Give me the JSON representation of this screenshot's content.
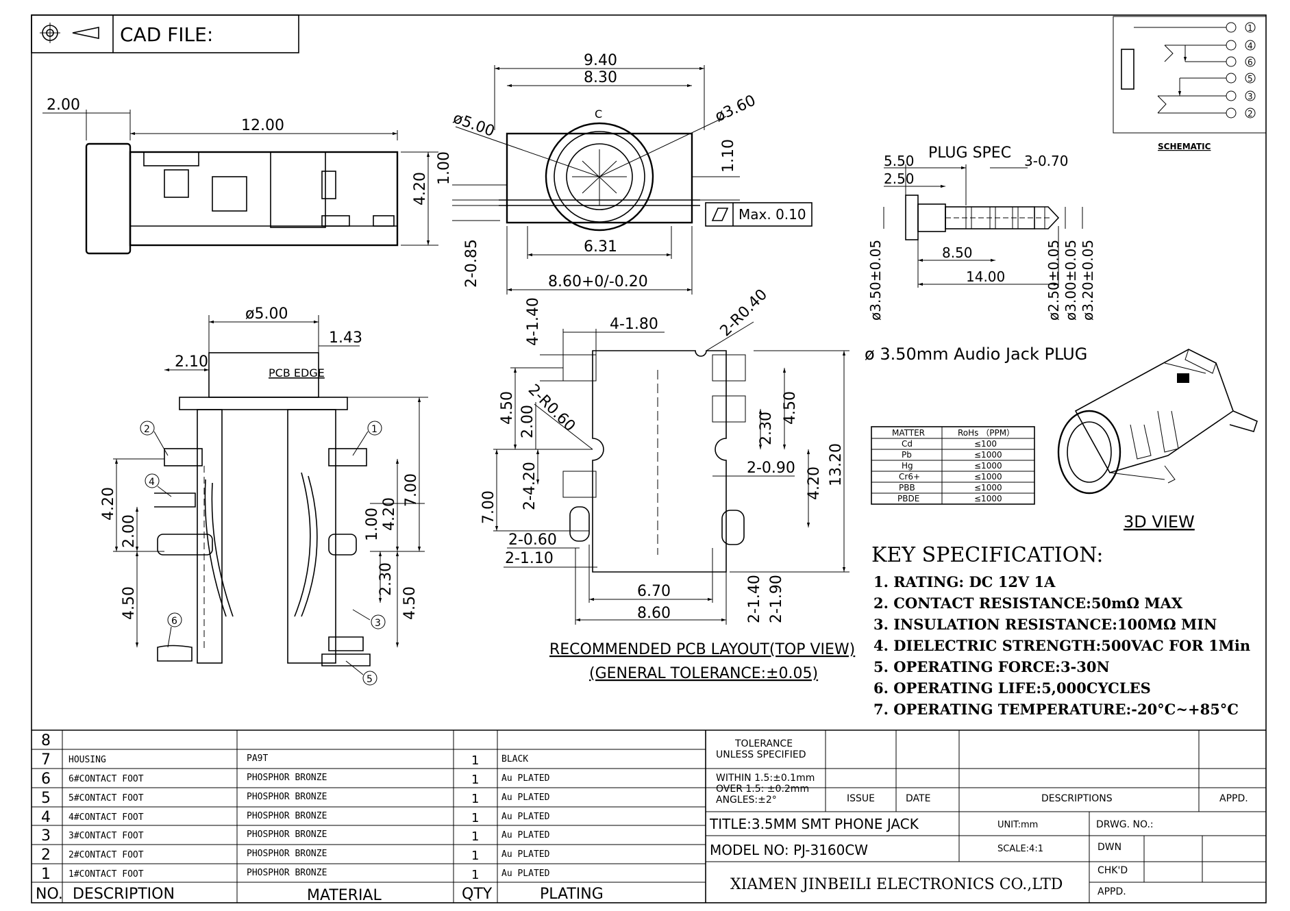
{
  "header": {
    "cad_file_label": "CAD FILE:",
    "projection_icon": "first-angle-projection-icon"
  },
  "side_view": {
    "dims": [
      "2.00",
      "12.00",
      "1.00",
      "4.20"
    ]
  },
  "front_view": {
    "dims": [
      "9.40",
      "8.30",
      "ø5.00",
      "ø3.60",
      "1.10",
      "2-0.85",
      "6.31",
      "8.60+0/-0.20"
    ],
    "centerline": "C",
    "flatness_label": "Max. 0.10"
  },
  "schematic": {
    "pins": [
      "1",
      "4",
      "6",
      "5",
      "3",
      "2"
    ],
    "label": "SCHEMATIC"
  },
  "plug_spec": {
    "title": "PLUG SPEC",
    "dims": [
      "5.50",
      "2.50",
      "3-0.70",
      "8.50",
      "14.00",
      "ø3.50±0.05",
      "ø2.50±0.05",
      "ø3.00±0.05",
      "ø3.20±0.05"
    ],
    "caption": "ø 3.50mm Audio Jack PLUG"
  },
  "bottom_view": {
    "dims": [
      "ø5.00",
      "1.43",
      "2.10",
      "PCB EDGE",
      "4.20",
      "2.00",
      "4.50",
      "1.00",
      "4.20",
      "7.00",
      "2.30",
      "4.50"
    ],
    "pin_labels": [
      "1",
      "2",
      "3",
      "4",
      "5",
      "6"
    ]
  },
  "pcb_layout": {
    "dims": [
      "4-1.40",
      "4-1.80",
      "2-R0.40",
      "2-R0.60",
      "4.50",
      "2.00",
      "2.30",
      "4.50",
      "2-4.20",
      "7.00",
      "2-0.90",
      "4.20",
      "13.20",
      "2-0.60",
      "2-1.10",
      "6.70",
      "8.60",
      "2-1.40",
      "2-1.90"
    ],
    "caption_1": "RECOMMENDED PCB LAYOUT(TOP VIEW)",
    "caption_2": "(GENERAL TOLERANCE:±0.05)"
  },
  "rohs": {
    "headers": [
      "MATTER",
      "RoHs （PPM）"
    ],
    "rows": [
      [
        "Cd",
        "≤100"
      ],
      [
        "Pb",
        "≤1000"
      ],
      [
        "Hg",
        "≤1000"
      ],
      [
        "Cr6+",
        "≤1000"
      ],
      [
        "PBB",
        "≤1000"
      ],
      [
        "PBDE",
        "≤1000"
      ]
    ]
  },
  "view_3d": {
    "label": "3D VIEW"
  },
  "key_spec": {
    "title": "KEY SPECIFICATION:",
    "items": [
      "1. RATING: DC 12V   1A",
      "2. CONTACT RESISTANCE:50mΩ MAX",
      "3. INSULATION RESISTANCE:100MΩ MIN",
      "4. DIELECTRIC STRENGTH:500VAC FOR 1Min",
      "5. OPERATING FORCE:3-30N",
      "6. OPERATING LIFE:5,000CYCLES",
      "7. OPERATING TEMPERATURE:-20°C~+85°C"
    ]
  },
  "bom": {
    "header": {
      "no": "NO.",
      "description": "DESCRIPTION",
      "material": "MATERIAL",
      "qty": "QTY",
      "plating": "PLATING"
    },
    "rows": [
      {
        "no": "8",
        "description": "",
        "material": "",
        "qty": "",
        "plating": ""
      },
      {
        "no": "7",
        "description": "HOUSING",
        "material": "PA9T",
        "qty": "1",
        "plating": "BLACK"
      },
      {
        "no": "6",
        "description": "6#CONTACT FOOT",
        "material": "PHOSPHOR BRONZE",
        "qty": "1",
        "plating": "Au PLATED"
      },
      {
        "no": "5",
        "description": "5#CONTACT FOOT",
        "material": "PHOSPHOR BRONZE",
        "qty": "1",
        "plating": "Au PLATED"
      },
      {
        "no": "4",
        "description": "4#CONTACT FOOT",
        "material": "PHOSPHOR BRONZE",
        "qty": "1",
        "plating": "Au PLATED"
      },
      {
        "no": "3",
        "description": "3#CONTACT FOOT",
        "material": "PHOSPHOR BRONZE",
        "qty": "1",
        "plating": "Au PLATED"
      },
      {
        "no": "2",
        "description": "2#CONTACT FOOT",
        "material": "PHOSPHOR BRONZE",
        "qty": "1",
        "plating": "Au PLATED"
      },
      {
        "no": "1",
        "description": "1#CONTACT FOOT",
        "material": "PHOSPHOR BRONZE",
        "qty": "1",
        "plating": "Au PLATED"
      }
    ]
  },
  "title_block": {
    "tolerance_1": "TOLERANCE",
    "tolerance_2": "UNLESS SPECIFIED",
    "within": "WITHIN 1.5:±0.1mm",
    "over": "OVER 1.5:  ±0.2mm",
    "angles": "ANGLES:±2°",
    "issue": "ISSUE",
    "date": "DATE",
    "descriptions": "DESCRIPTIONS",
    "appd_rev": "APPD.",
    "title": "TITLE:3.5MM SMT PHONE JACK",
    "unit": "UNIT:mm",
    "drwg_no": "DRWG. NO.:",
    "model": "MODEL NO: PJ-3160CW",
    "scale": "SCALE:4:1",
    "dwn": "DWN",
    "chkd": "CHK'D",
    "appd": "APPD.",
    "company": "XIAMEN JINBEILI ELECTRONICS CO.,LTD"
  }
}
